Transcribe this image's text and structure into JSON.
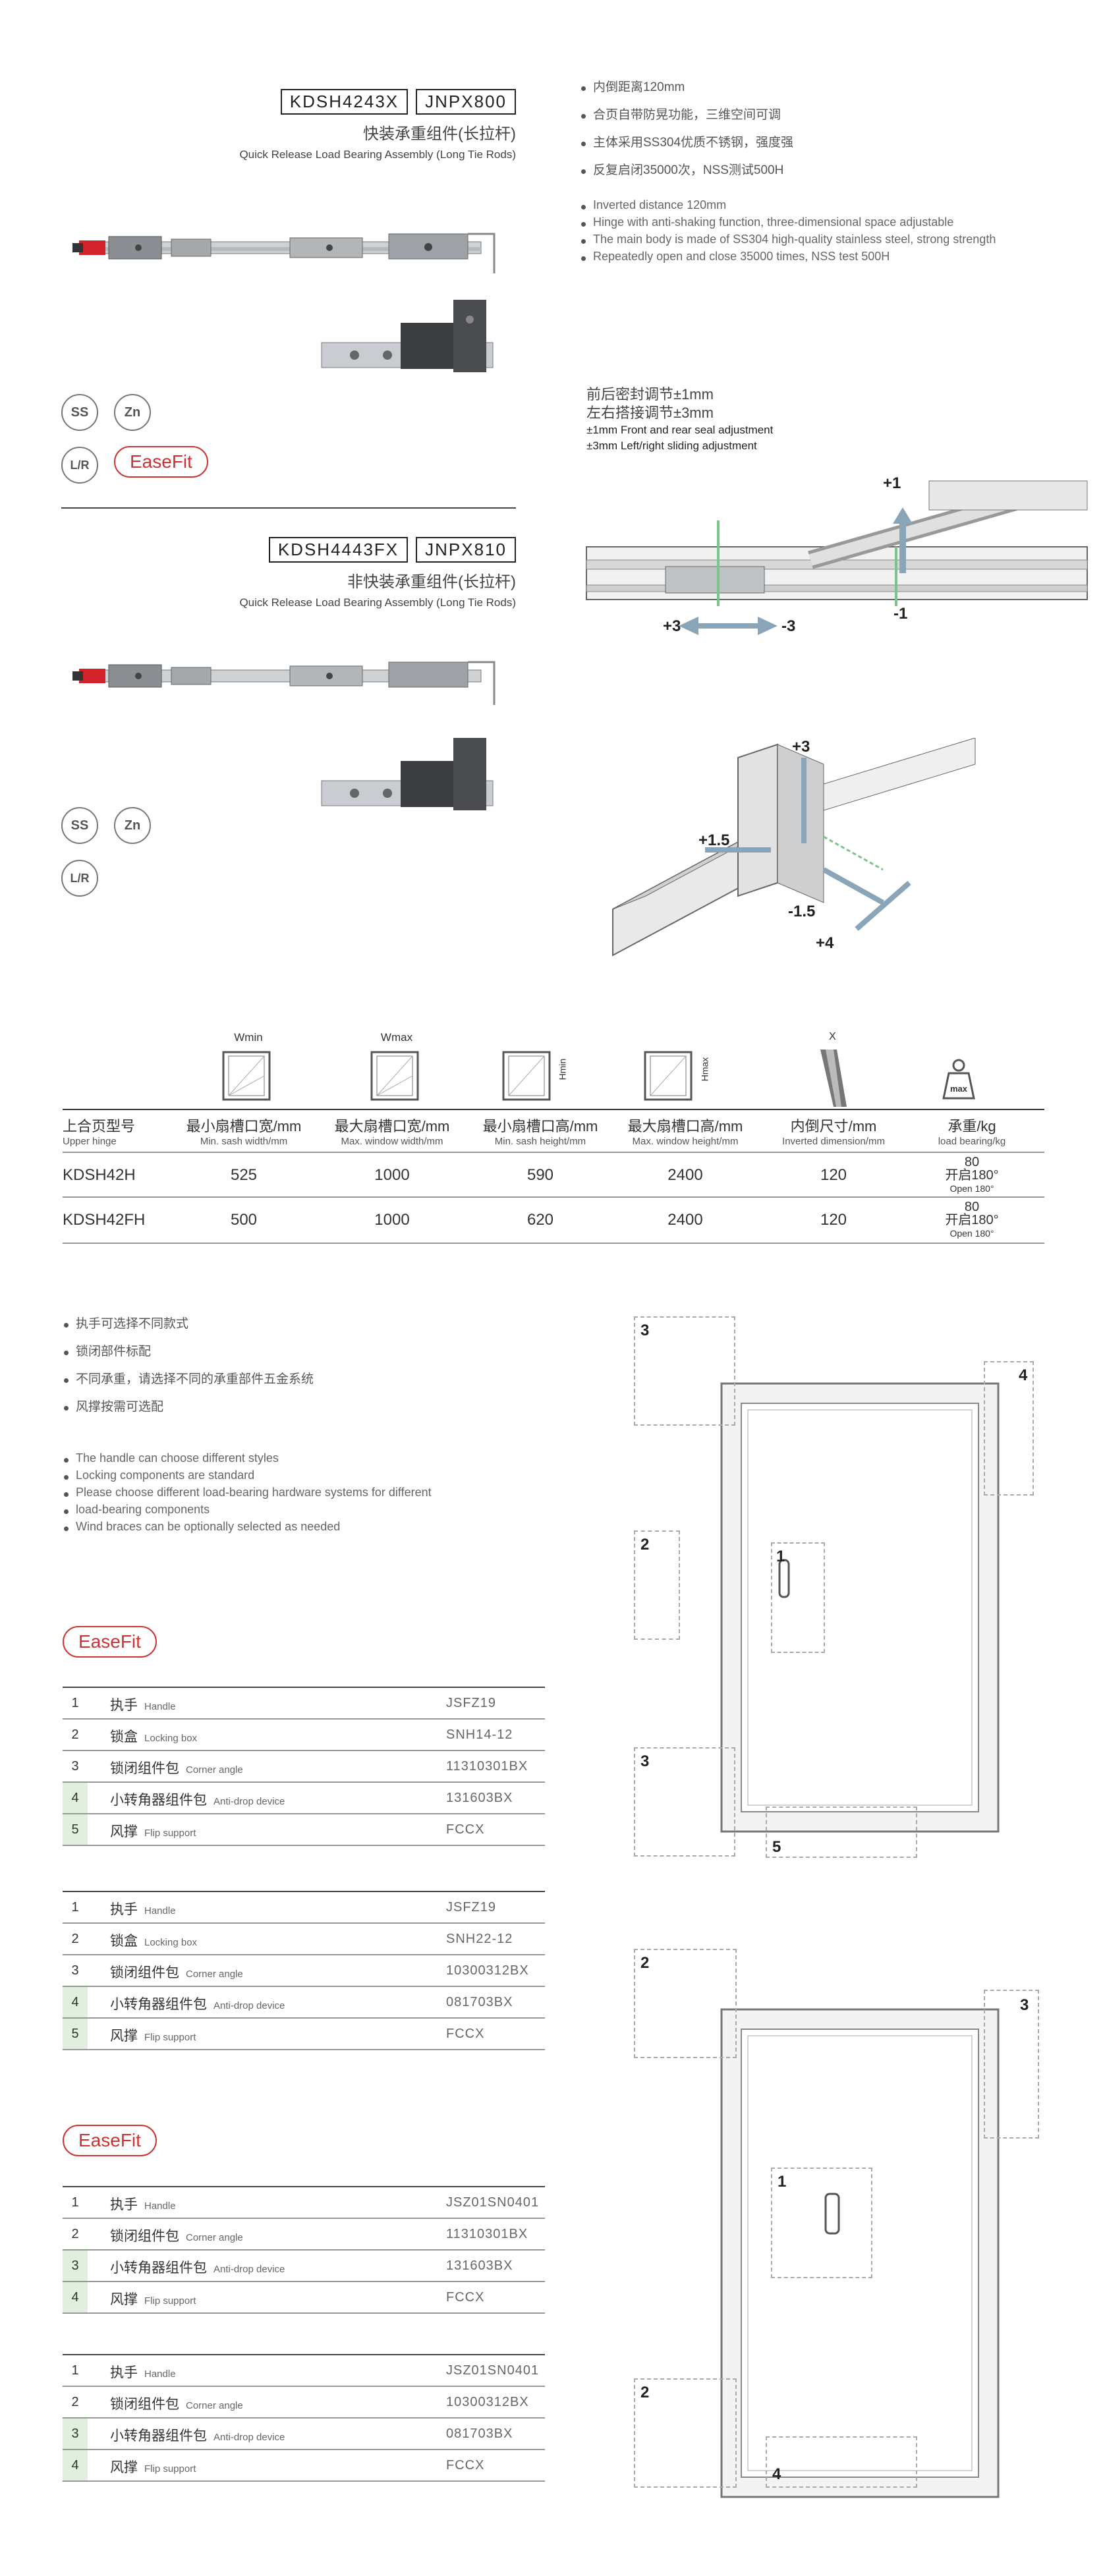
{
  "products": [
    {
      "codes": [
        "KDSH4243X",
        "JNPX800"
      ],
      "title_cn": "快装承重组件(长拉杆)",
      "title_en": "Quick Release Load Bearing Assembly (Long Tie Rods)",
      "badges": [
        "SS",
        "Zn",
        "L/R"
      ],
      "brand": "EaseFit"
    },
    {
      "codes": [
        "KDSH4443FX",
        "JNPX810"
      ],
      "title_cn": "非快装承重组件(长拉杆)",
      "title_en": "Quick Release Load Bearing Assembly (Long Tie Rods)",
      "badges": [
        "SS",
        "Zn",
        "L/R"
      ]
    }
  ],
  "features_cn": [
    "内倒距离120mm",
    "合页自带防晃功能，三维空间可调",
    "主体采用SS304优质不锈钢，强度强",
    "反复启闭35000次，NSS测试500H"
  ],
  "features_en": [
    "Inverted distance 120mm",
    "Hinge with anti-shaking function, three-dimensional space adjustable",
    "The main body is made of SS304 high-quality stainless steel, strong strength",
    "Repeatedly open and close 35000 times, NSS test 500H"
  ],
  "adjust": {
    "cn1": "前后密封调节±1mm",
    "cn2": "左右搭接调节±3mm",
    "en1": "±1mm Front and rear seal adjustment",
    "en2": "±3mm Left/right sliding adjustment",
    "diagram1_labels": [
      "+1",
      "+3",
      "-3",
      "-1"
    ],
    "diagram2_labels": [
      "+3",
      "+1.5",
      "-1.5",
      "+4"
    ]
  },
  "spec_table": {
    "icon_labels": [
      "Wmin",
      "Wmax",
      "Hmin",
      "Hmax",
      "X",
      "max"
    ],
    "headers": [
      {
        "cn": "上合页型号",
        "en": "Upper hinge"
      },
      {
        "cn": "最小扇槽口宽/mm",
        "en": "Min. sash width/mm"
      },
      {
        "cn": "最大扇槽口宽/mm",
        "en": "Max. window width/mm"
      },
      {
        "cn": "最小扇槽口高/mm",
        "en": "Min. sash height/mm"
      },
      {
        "cn": "最大扇槽口高/mm",
        "en": "Max. window height/mm"
      },
      {
        "cn": "内倒尺寸/mm",
        "en": "Inverted dimension/mm"
      },
      {
        "cn": "承重/kg",
        "en": "load bearing/kg"
      }
    ],
    "rows": [
      {
        "model": "KDSH42H",
        "min_w": "525",
        "max_w": "1000",
        "min_h": "590",
        "max_h": "2400",
        "inv": "120",
        "load": "80",
        "open_cn": "开启180°",
        "open_en": "Open 180°"
      },
      {
        "model": "KDSH42FH",
        "min_w": "500",
        "max_w": "1000",
        "min_h": "620",
        "max_h": "2400",
        "inv": "120",
        "load": "80",
        "open_cn": "开启180°",
        "open_en": "Open 180°"
      }
    ]
  },
  "notes_cn": [
    "执手可选择不同款式",
    "锁闭部件标配",
    "不同承重，请选择不同的承重部件五金系统",
    "风撑按需可选配"
  ],
  "notes_en": [
    "The handle can choose different styles",
    "Locking components are standard",
    "Please choose different load-bearing hardware systems for different",
    "load-bearing components",
    "Wind braces can be optionally selected as needed"
  ],
  "parts_groups": [
    {
      "brand": "EaseFit",
      "tables": [
        [
          {
            "n": "1",
            "cn": "执手",
            "en": "Handle",
            "code": "JSFZ19"
          },
          {
            "n": "2",
            "cn": "锁盒",
            "en": "Locking box",
            "code": "SNH14-12"
          },
          {
            "n": "3",
            "cn": "锁闭组件包",
            "en": "Corner angle",
            "code": "11310301BX"
          },
          {
            "n": "4",
            "cn": "小转角器组件包",
            "en": "Anti-drop device",
            "code": "131603BX"
          },
          {
            "n": "5",
            "cn": "风撑",
            "en": "Flip support",
            "code": "FCCX"
          }
        ],
        [
          {
            "n": "1",
            "cn": "执手",
            "en": "Handle",
            "code": "JSFZ19"
          },
          {
            "n": "2",
            "cn": "锁盒",
            "en": "Locking box",
            "code": "SNH22-12"
          },
          {
            "n": "3",
            "cn": "锁闭组件包",
            "en": "Corner angle",
            "code": "10300312BX"
          },
          {
            "n": "4",
            "cn": "小转角器组件包",
            "en": "Anti-drop device",
            "code": "081703BX"
          },
          {
            "n": "5",
            "cn": "风撑",
            "en": "Flip support",
            "code": "FCCX"
          }
        ]
      ],
      "callouts": [
        "3",
        "4",
        "2",
        "1",
        "3",
        "5"
      ]
    },
    {
      "brand": "EaseFit",
      "tables": [
        [
          {
            "n": "1",
            "cn": "执手",
            "en": "Handle",
            "code": "JSZ01SN0401"
          },
          {
            "n": "2",
            "cn": "锁闭组件包",
            "en": "Corner angle",
            "code": "11310301BX"
          },
          {
            "n": "3",
            "cn": "小转角器组件包",
            "en": "Anti-drop device",
            "code": "131603BX"
          },
          {
            "n": "4",
            "cn": "风撑",
            "en": "Flip support",
            "code": "FCCX"
          }
        ],
        [
          {
            "n": "1",
            "cn": "执手",
            "en": "Handle",
            "code": "JSZ01SN0401"
          },
          {
            "n": "2",
            "cn": "锁闭组件包",
            "en": "Corner angle",
            "code": "10300312BX"
          },
          {
            "n": "3",
            "cn": "小转角器组件包",
            "en": "Anti-drop device",
            "code": "081703BX"
          },
          {
            "n": "4",
            "cn": "风撑",
            "en": "Flip support",
            "code": "FCCX"
          }
        ]
      ],
      "callouts": [
        "2",
        "3",
        "1",
        "2",
        "4"
      ]
    }
  ],
  "colors": {
    "accent_red": "#cc3333",
    "row_green": "#e1f0de",
    "arrow_blue": "#8aa4b8",
    "line_green": "#7cc48c"
  }
}
